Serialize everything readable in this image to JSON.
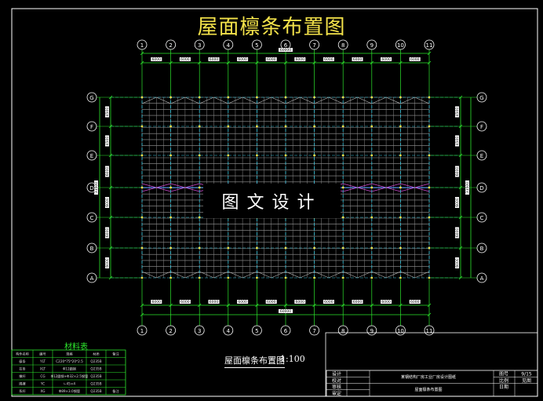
{
  "title": "屋面檩条布置图",
  "watermark": "图文设计",
  "plan_label": "屋面檩条布置图",
  "plan_scale": "1:100",
  "axes_top": [
    "1",
    "2",
    "3",
    "4",
    "5",
    "6",
    "7",
    "8",
    "9",
    "10",
    "11"
  ],
  "axes_side": [
    "G",
    "F",
    "E",
    "D",
    "C",
    "B",
    "A"
  ],
  "spans": [
    "6000",
    "6000",
    "6000",
    "6000",
    "6000",
    "6000",
    "6000",
    "6000",
    "6000",
    "6000"
  ],
  "total_length": "60000",
  "side_spans": [
    "4500",
    "4500",
    "6000",
    "6000",
    "6000",
    "6000"
  ],
  "total_width": "31500",
  "materials": {
    "title": "材料表",
    "headers": [
      "构件名称",
      "编号",
      "规格",
      "材质",
      "备注"
    ],
    "rows": [
      [
        "檩条",
        "YLT",
        "C220*75*20*2.5",
        "Q235B",
        ""
      ],
      [
        "拉条",
        "XLT",
        "Φ12圆钢",
        "Q235B",
        ""
      ],
      [
        "撑杆",
        "CG",
        "Φ12圆钢+Φ32×2.5钢管",
        "Q235B",
        ""
      ],
      [
        "隅撑",
        "YC",
        "∟45×4",
        "Q235B",
        ""
      ],
      [
        "系杆",
        "XG",
        "Φ89×3.0钢管",
        "Q235B",
        "备注"
      ]
    ]
  },
  "titleblock": {
    "labels": [
      "设计",
      "校对",
      "审核",
      "审定"
    ],
    "project": "某钢结构厂房工业厂房设计图纸",
    "drawing_name": "屋面檩条布置图",
    "fields": [
      {
        "label": "图号",
        "value": "9/15"
      },
      {
        "label": "比例",
        "value": "见图"
      },
      {
        "label": "日期",
        "value": ""
      }
    ]
  }
}
